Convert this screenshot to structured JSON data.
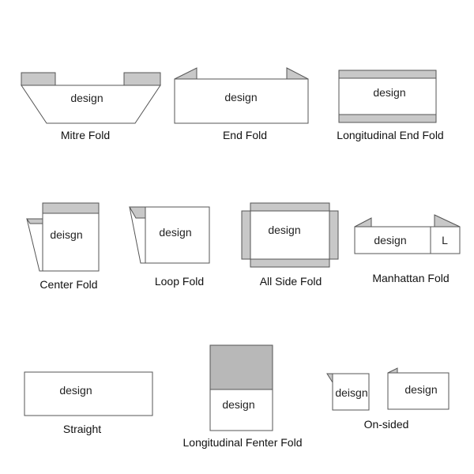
{
  "folds": [
    {
      "id": "mitre",
      "caption": "Mitre Fold",
      "inner": "design"
    },
    {
      "id": "end",
      "caption": "End Fold",
      "inner": "design"
    },
    {
      "id": "longitudinal-end",
      "caption": "Longitudinal End Fold",
      "inner": "design"
    },
    {
      "id": "center",
      "caption": "Center Fold",
      "inner": "deisgn"
    },
    {
      "id": "loop",
      "caption": "Loop Fold",
      "inner": "design"
    },
    {
      "id": "all-side",
      "caption": "All Side Fold",
      "inner": "design"
    },
    {
      "id": "manhattan",
      "caption": "Manhattan Fold",
      "inner": "design",
      "inner2": "L"
    },
    {
      "id": "straight",
      "caption": "Straight",
      "inner": "design"
    },
    {
      "id": "longitudinal-fenter",
      "caption": "Longitudinal Fenter Fold",
      "inner": "design"
    },
    {
      "id": "on-sided",
      "caption": "On-sided",
      "inner": "deisgn",
      "inner2": "design"
    }
  ]
}
